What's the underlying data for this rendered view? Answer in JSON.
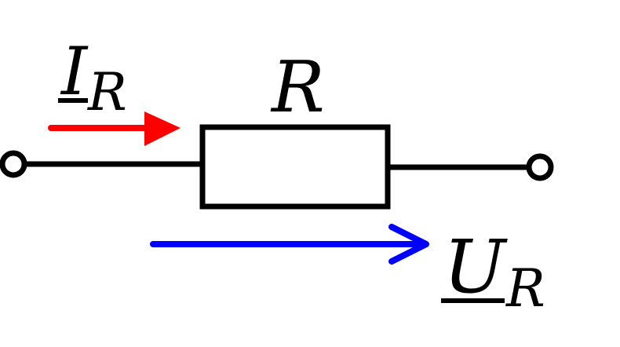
{
  "labels": {
    "current_main": "I",
    "current_sub": "R",
    "resistor": "R",
    "voltage_main": "U",
    "voltage_sub": "R"
  },
  "colors": {
    "wire": "#000000",
    "current_arrow": "#ff0000",
    "voltage_arrow": "#0000ff",
    "background": "#ffffff"
  }
}
